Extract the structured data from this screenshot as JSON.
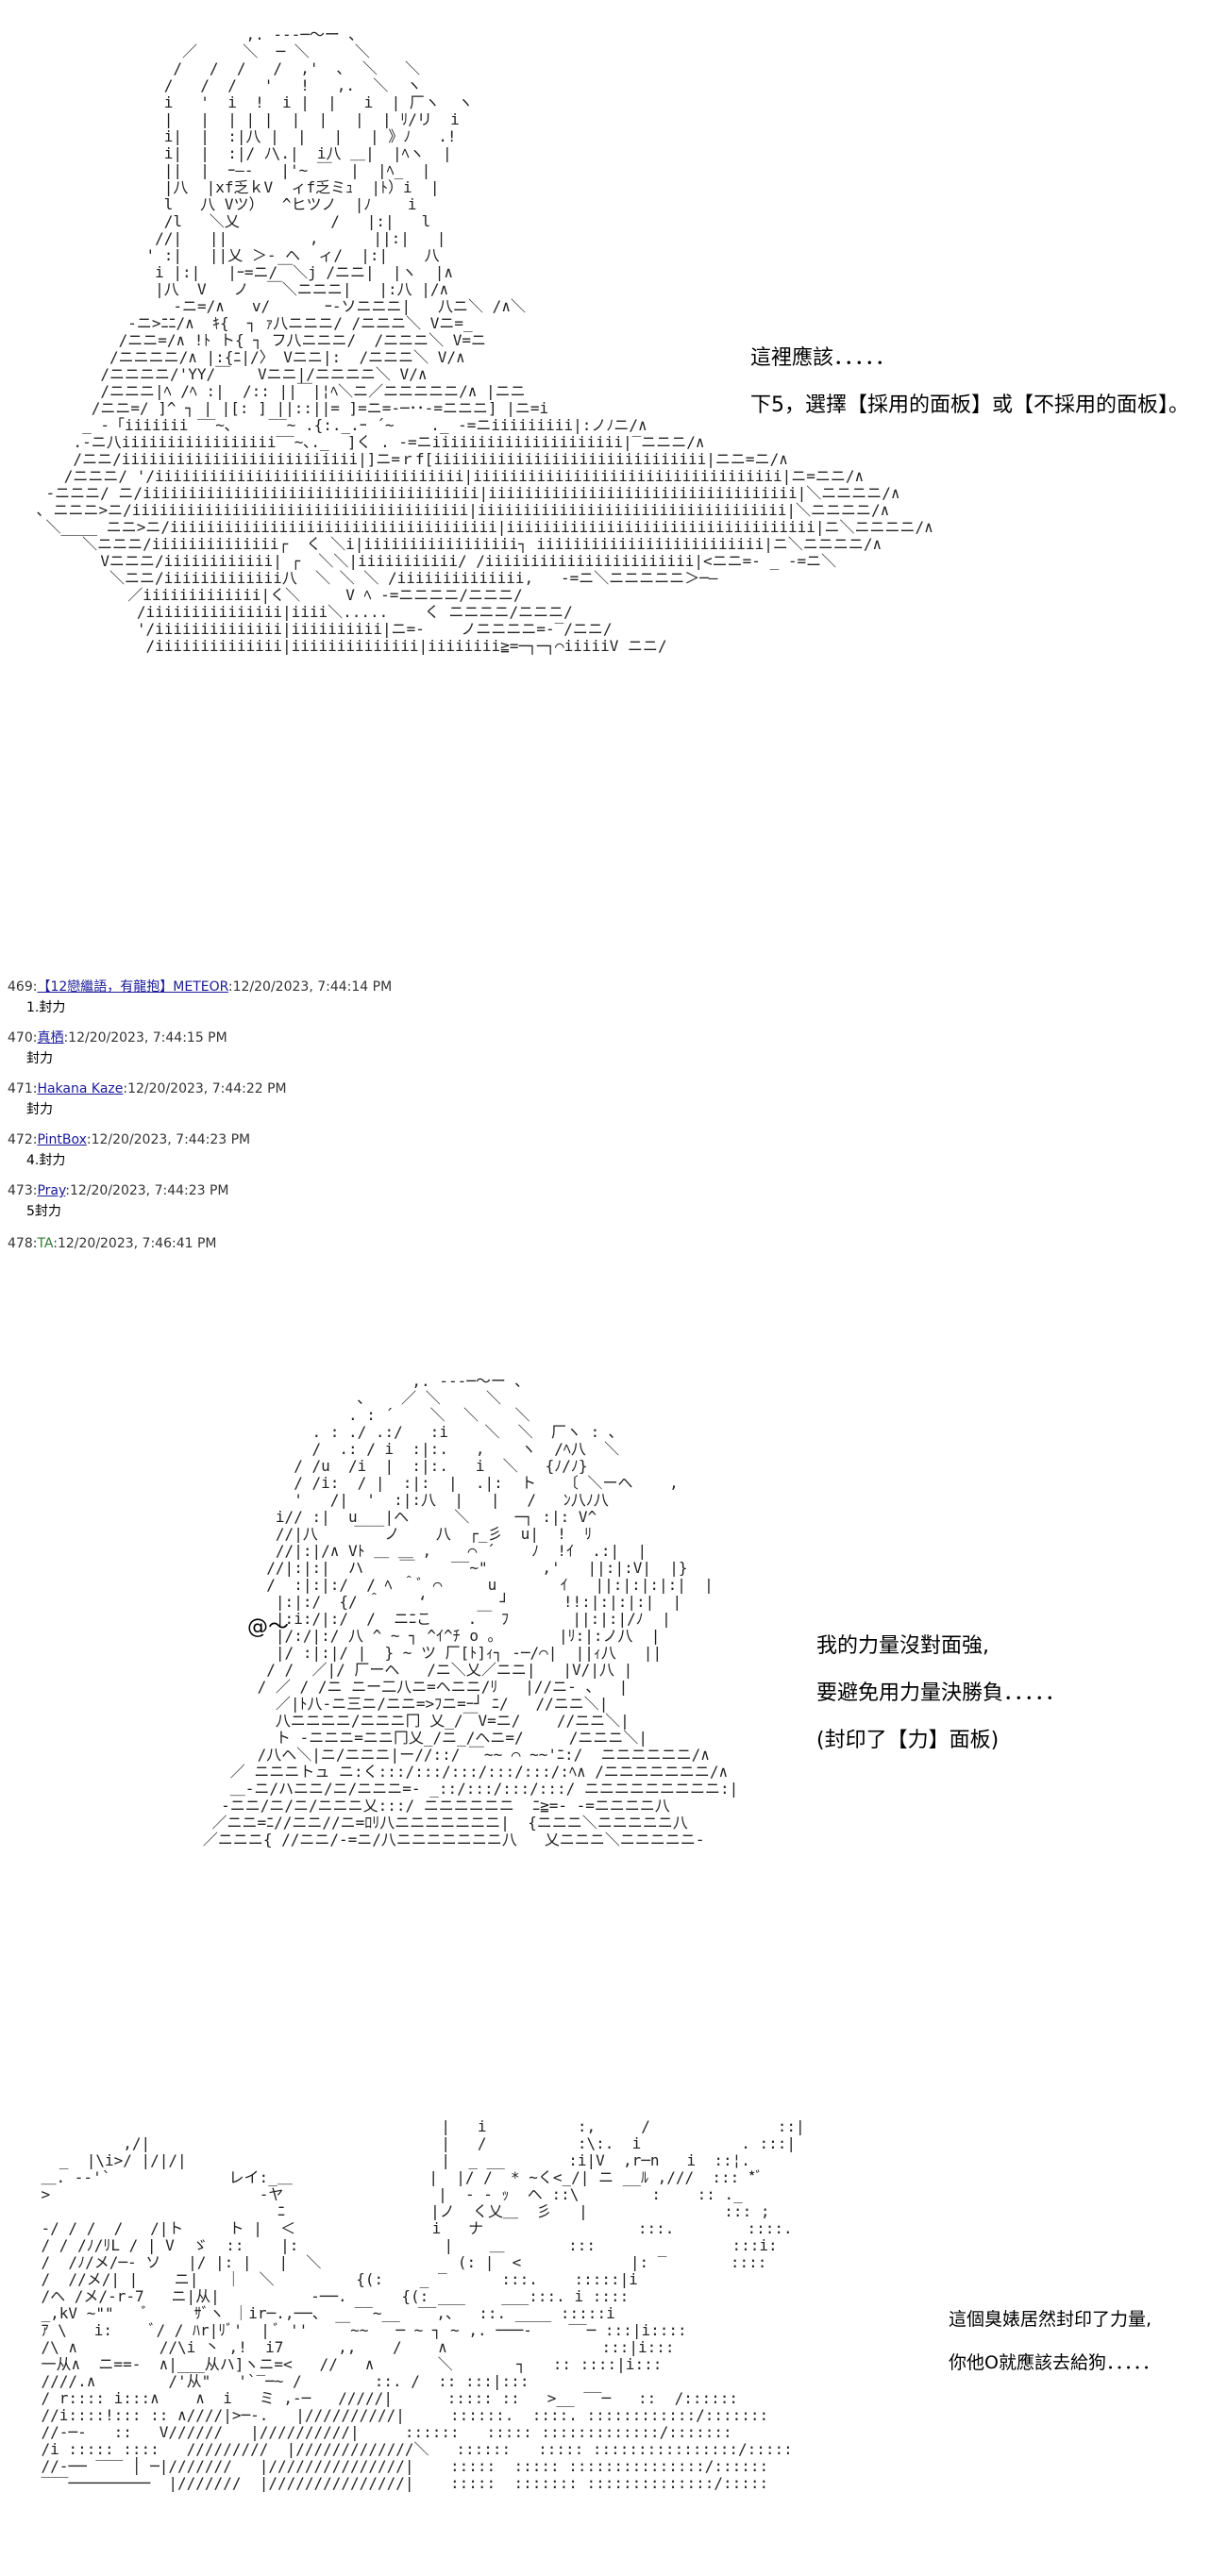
{
  "panel1": {
    "dialog": [
      "這裡應該．．．．．",
      "下5，選擇【採用的面板】或【不採用的面板】。"
    ]
  },
  "posts": [
    {
      "no": "469:",
      "name": "【12戀繼語，有龍抱】METEOR",
      "time": ":12/20/2023, 7:44:14 PM",
      "body": "1.封力"
    },
    {
      "no": "470:",
      "name": "真栖",
      "time": ":12/20/2023, 7:44:15 PM",
      "body": "封力"
    },
    {
      "no": "471:",
      "name": "Hakana Kaze",
      "time": ":12/20/2023, 7:44:22 PM",
      "body": "封力"
    },
    {
      "no": "472:",
      "name": "PintBox",
      "time": ":12/20/2023, 7:44:23 PM",
      "body": "4.封力"
    },
    {
      "no": "473:",
      "name": "Pray",
      "time": ":12/20/2023, 7:44:23 PM",
      "body": "5封力"
    }
  ],
  "last_post": {
    "no": "478:",
    "name": "TA",
    "time": ":12/20/2023, 7:46:41 PM"
  },
  "panel2": {
    "mark": "@～",
    "dialog": [
      "我的力量沒對面強,",
      "要避免用力量決勝負．．．．．",
      "(封印了【力】面板)"
    ]
  },
  "panel3": {
    "dialog": [
      "這個臭婊居然封印了力量,",
      "你他O就應該去給狗．．．．．"
    ]
  }
}
